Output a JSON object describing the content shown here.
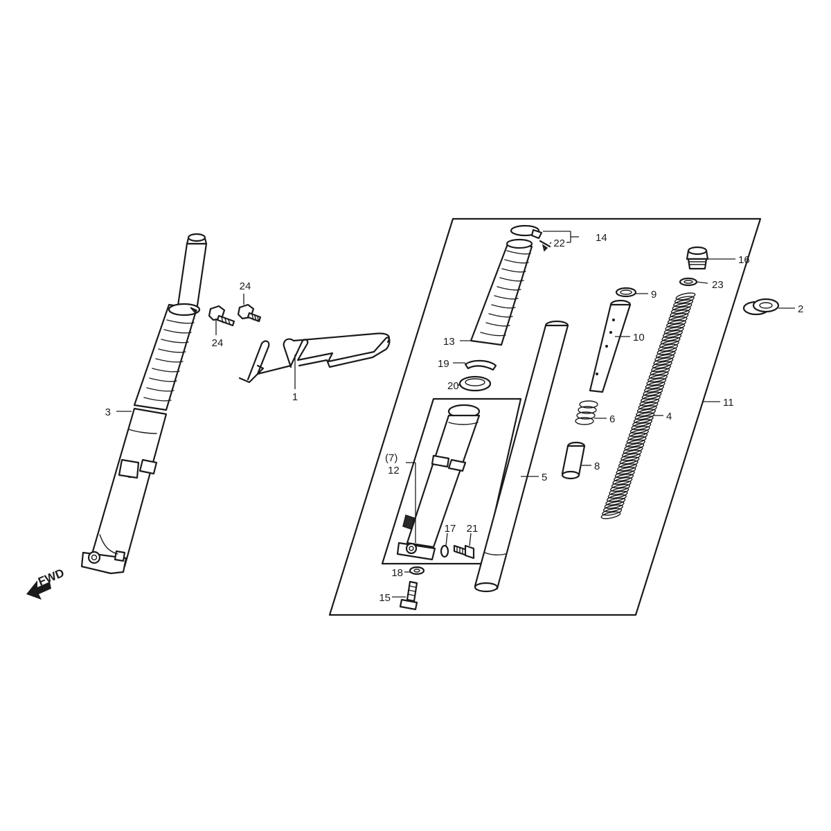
{
  "diagram": {
    "fwd_label": "FWD",
    "callouts": [
      {
        "id": "1",
        "text": "1"
      },
      {
        "id": "2",
        "text": "2"
      },
      {
        "id": "3",
        "text": "3"
      },
      {
        "id": "4",
        "text": "4"
      },
      {
        "id": "5",
        "text": "5"
      },
      {
        "id": "6",
        "text": "6"
      },
      {
        "id": "7",
        "text": "(7)"
      },
      {
        "id": "8",
        "text": "8"
      },
      {
        "id": "9",
        "text": "9"
      },
      {
        "id": "10",
        "text": "10"
      },
      {
        "id": "11",
        "text": "11"
      },
      {
        "id": "12",
        "text": "12"
      },
      {
        "id": "13",
        "text": "13"
      },
      {
        "id": "14",
        "text": "14"
      },
      {
        "id": "15",
        "text": "15"
      },
      {
        "id": "16",
        "text": "16"
      },
      {
        "id": "17",
        "text": "17"
      },
      {
        "id": "18",
        "text": "18"
      },
      {
        "id": "19",
        "text": "19"
      },
      {
        "id": "20",
        "text": "20"
      },
      {
        "id": "21",
        "text": "21"
      },
      {
        "id": "22",
        "text": "22"
      },
      {
        "id": "23",
        "text": "23"
      },
      {
        "id": "24a",
        "text": "24"
      },
      {
        "id": "24b",
        "text": "24"
      }
    ]
  },
  "colors": {
    "ink": "#1a1a1a",
    "paper": "#ffffff"
  }
}
